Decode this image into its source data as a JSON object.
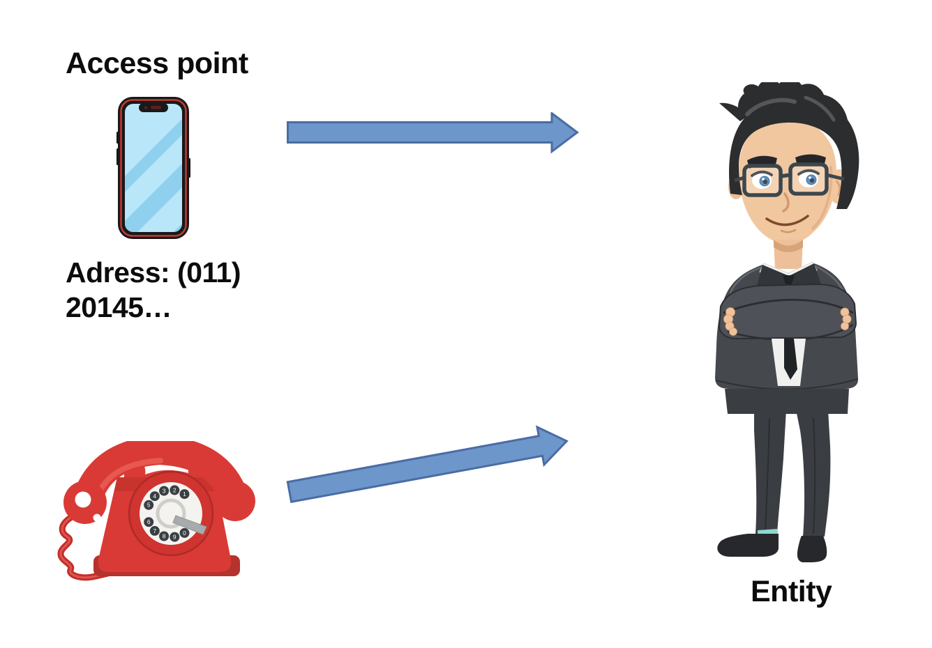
{
  "labels": {
    "access_point": "Access point",
    "address_line1": "Adress: (011)",
    "address_line2": "20145…",
    "entity": "Entity"
  },
  "telephone": {
    "dial_digits": [
      "1",
      "2",
      "3",
      "4",
      "5",
      "6",
      "7",
      "8",
      "9",
      "0"
    ]
  },
  "illustrations": {
    "smartphone": "smartphone-icon",
    "telephone": "rotary-telephone-icon",
    "person": "businessman-illustration"
  },
  "arrows": [
    {
      "name": "access-point-to-entity",
      "direction": "right",
      "fill": "#6d96cb",
      "border": "#4a6ca3"
    },
    {
      "name": "telephone-to-entity",
      "direction": "up-right",
      "fill": "#6d96cb",
      "border": "#4a6ca3"
    }
  ],
  "colors": {
    "text": "#0c0c0c",
    "arrow_fill": "#6d96cb",
    "arrow_border": "#4a6ca3",
    "phone_screen": "#b9e6f8",
    "phone_screen_stripe": "#8fd0ee",
    "phone_frame": "#191919",
    "phone_frame_accent_red": "#c23b34",
    "telephone_red": "#d93a35",
    "telephone_red_dark": "#b5322d",
    "dial_white": "#f4f3f0",
    "suit_gray": "#45484d",
    "skin": "#f1c7a0",
    "hair": "#2c2d2f"
  }
}
